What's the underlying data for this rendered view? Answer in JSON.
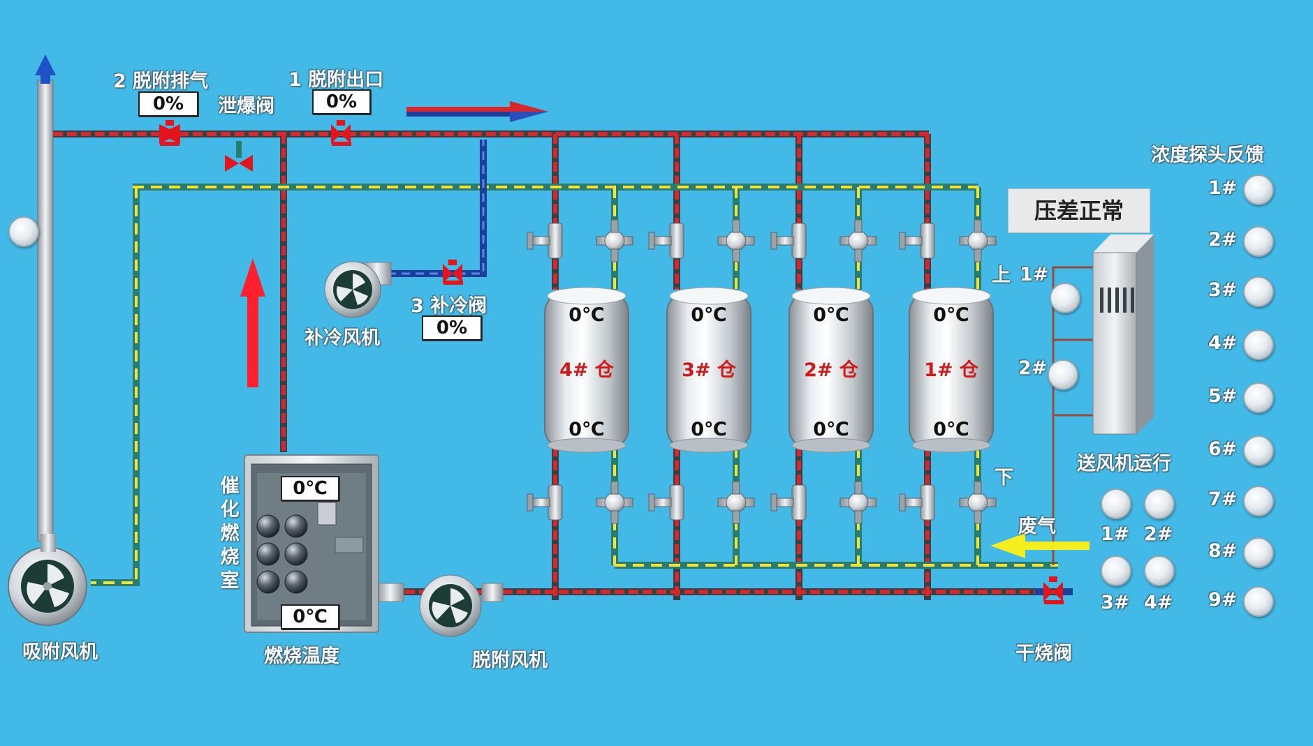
{
  "valves": {
    "desorb_exhaust": {
      "label": "2 脱附排气",
      "value": "0%"
    },
    "desorb_outlet": {
      "label": "1 脱附出口",
      "value": "0%"
    },
    "relief_valve": {
      "label": "泄爆阀"
    },
    "cooling_valve": {
      "label": "3 补冷阀",
      "value": "0%"
    },
    "dry_burn_valve": {
      "label": "干烧阀"
    }
  },
  "fans": {
    "adsorption": {
      "label": "吸附风机"
    },
    "cooling": {
      "label": "补冷风机"
    },
    "desorption": {
      "label": "脱附风机"
    }
  },
  "combustion": {
    "chamber_label": "催化燃烧室",
    "temp_label": "燃烧温度",
    "temp_top": "0℃",
    "temp_bottom": "0℃"
  },
  "tanks": [
    {
      "name": "4# 仓",
      "top": "0℃",
      "bottom": "0℃"
    },
    {
      "name": "3# 仓",
      "top": "0℃",
      "bottom": "0℃"
    },
    {
      "name": "2# 仓",
      "top": "0℃",
      "bottom": "0℃"
    },
    {
      "name": "1# 仓",
      "top": "0℃",
      "bottom": "0℃"
    }
  ],
  "pressure": {
    "status": "压差正常",
    "upper_label": "上",
    "lower_label": "下",
    "sensors": [
      "1#",
      "2#"
    ]
  },
  "waste_gas_label": "废气",
  "supply_fan": {
    "title": "送风机运行",
    "indicators": [
      "1#",
      "2#",
      "3#",
      "4#"
    ]
  },
  "concentration": {
    "title": "浓度探头反馈",
    "probes": [
      "1#",
      "2#",
      "3#",
      "4#",
      "5#",
      "6#",
      "7#",
      "8#",
      "9#"
    ]
  },
  "colors": {
    "background": "#42b9e6",
    "hot_pipe": "#d8262b",
    "green_pipe": "#2a7c6c",
    "blue_pipe": "#1d3f9c",
    "valve_red": "#e3141c"
  }
}
